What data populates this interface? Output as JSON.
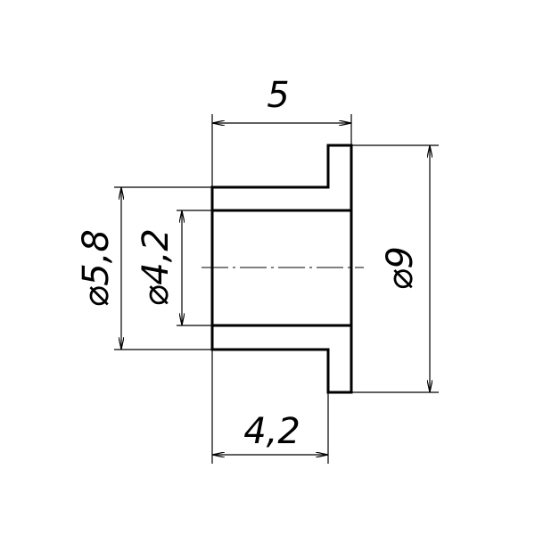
{
  "dimensions": {
    "overall_length": "5",
    "sleeve_length": "4,2",
    "outer_diameter": "5,8",
    "inner_diameter": "4,2",
    "flange_diameter": "9"
  },
  "diameter_symbol": "⌀",
  "colors": {
    "line": "#000000",
    "hatch": "#000000",
    "background": "#ffffff"
  }
}
